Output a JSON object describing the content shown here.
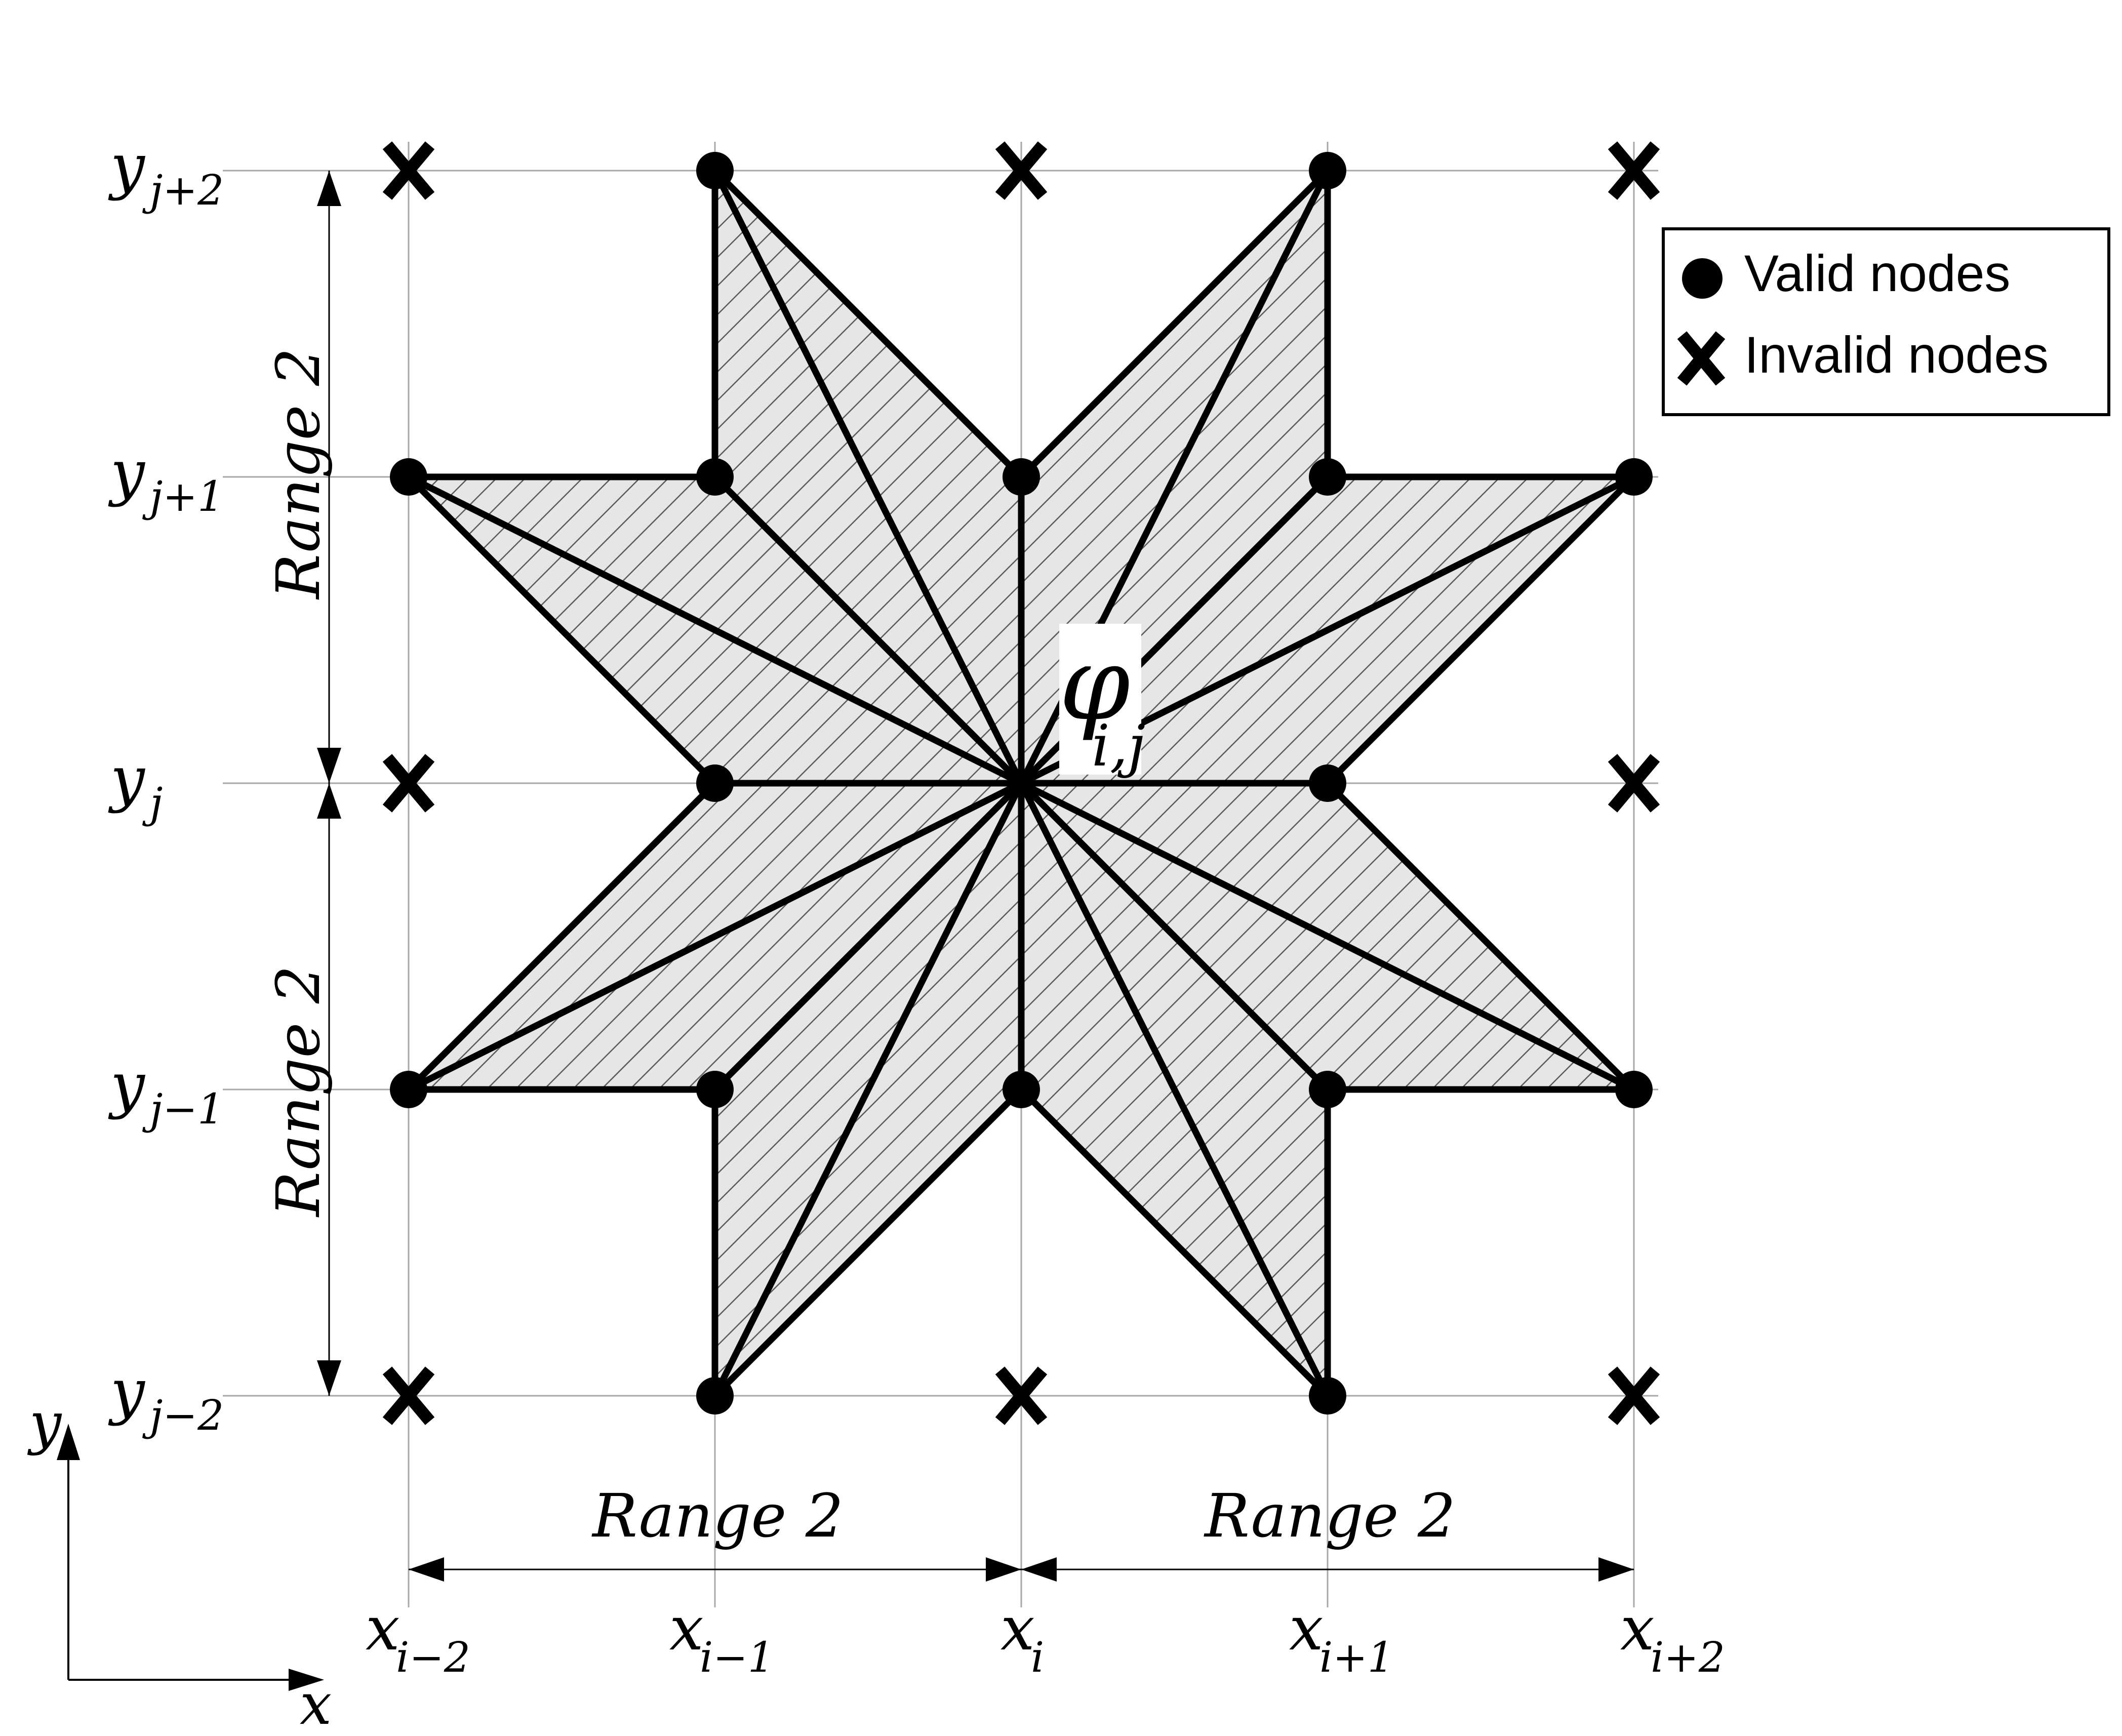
{
  "colors": {
    "ink": "#000000",
    "grid": "#a8a8a8",
    "fill": "#e6e6e6",
    "hatch": "#5a5a5a",
    "background": "#ffffff"
  },
  "center_label": {
    "base": "φ",
    "sub": "i,j"
  },
  "x_labels": [
    {
      "base": "x",
      "sub": "i−2"
    },
    {
      "base": "x",
      "sub": "i−1"
    },
    {
      "base": "x",
      "sub": "i"
    },
    {
      "base": "x",
      "sub": "i+1"
    },
    {
      "base": "x",
      "sub": "i+2"
    }
  ],
  "y_labels": [
    {
      "base": "y",
      "sub": "j+2"
    },
    {
      "base": "y",
      "sub": "j+1"
    },
    {
      "base": "y",
      "sub": "j"
    },
    {
      "base": "y",
      "sub": "j−1"
    },
    {
      "base": "y",
      "sub": "j−2"
    }
  ],
  "ranges": {
    "bottom_left": "Range 2",
    "bottom_right": "Range 2",
    "left_top": "Range 2",
    "left_bottom": "Range 2"
  },
  "axes": {
    "x": "x",
    "y": "y"
  },
  "legend": {
    "valid": {
      "label": "Valid nodes",
      "icon": "filled-circle-icon"
    },
    "invalid": {
      "label": "Invalid nodes",
      "icon": "x-mark-icon"
    }
  },
  "nodes": {
    "valid": [
      [
        -1,
        2
      ],
      [
        1,
        2
      ],
      [
        -2,
        1
      ],
      [
        -1,
        1
      ],
      [
        0,
        1
      ],
      [
        1,
        1
      ],
      [
        2,
        1
      ],
      [
        -1,
        0
      ],
      [
        1,
        0
      ],
      [
        -2,
        -1
      ],
      [
        -1,
        -1
      ],
      [
        0,
        -1
      ],
      [
        1,
        -1
      ],
      [
        2,
        -1
      ],
      [
        -1,
        -2
      ],
      [
        1,
        -2
      ]
    ],
    "invalid": [
      [
        -2,
        2
      ],
      [
        0,
        2
      ],
      [
        2,
        2
      ],
      [
        -2,
        0
      ],
      [
        2,
        0
      ],
      [
        -2,
        -2
      ],
      [
        0,
        -2
      ],
      [
        2,
        -2
      ]
    ]
  },
  "triangles": [
    [
      [
        0,
        0
      ],
      [
        -1,
        2
      ],
      [
        -1,
        1
      ]
    ],
    [
      [
        0,
        0
      ],
      [
        -1,
        2
      ],
      [
        0,
        1
      ]
    ],
    [
      [
        0,
        0
      ],
      [
        1,
        2
      ],
      [
        0,
        1
      ]
    ],
    [
      [
        0,
        0
      ],
      [
        1,
        2
      ],
      [
        1,
        1
      ]
    ],
    [
      [
        0,
        0
      ],
      [
        2,
        1
      ],
      [
        1,
        1
      ]
    ],
    [
      [
        0,
        0
      ],
      [
        2,
        1
      ],
      [
        1,
        0
      ]
    ],
    [
      [
        0,
        0
      ],
      [
        2,
        -1
      ],
      [
        1,
        0
      ]
    ],
    [
      [
        0,
        0
      ],
      [
        2,
        -1
      ],
      [
        1,
        -1
      ]
    ],
    [
      [
        0,
        0
      ],
      [
        1,
        -2
      ],
      [
        1,
        -1
      ]
    ],
    [
      [
        0,
        0
      ],
      [
        1,
        -2
      ],
      [
        0,
        -1
      ]
    ],
    [
      [
        0,
        0
      ],
      [
        -1,
        -2
      ],
      [
        0,
        -1
      ]
    ],
    [
      [
        0,
        0
      ],
      [
        -1,
        -2
      ],
      [
        -1,
        -1
      ]
    ],
    [
      [
        0,
        0
      ],
      [
        -2,
        -1
      ],
      [
        -1,
        -1
      ]
    ],
    [
      [
        0,
        0
      ],
      [
        -2,
        -1
      ],
      [
        -1,
        0
      ]
    ],
    [
      [
        0,
        0
      ],
      [
        -2,
        1
      ],
      [
        -1,
        0
      ]
    ],
    [
      [
        0,
        0
      ],
      [
        -2,
        1
      ],
      [
        -1,
        1
      ]
    ]
  ]
}
